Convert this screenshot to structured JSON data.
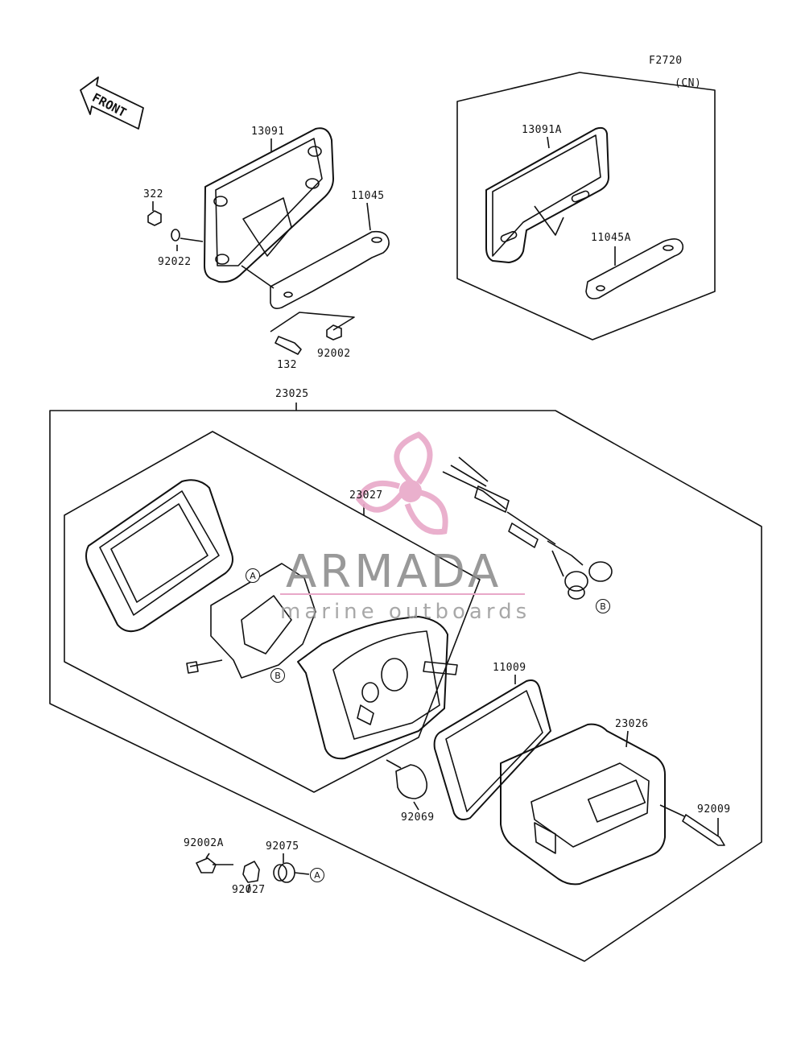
{
  "header": {
    "code": "F2720",
    "variant": "(CN)"
  },
  "front_arrow_label": "FRONT",
  "part_labels": {
    "p13091": "13091",
    "p322": "322",
    "p92022": "92022",
    "p11045": "11045",
    "p132": "132",
    "p92002": "92002",
    "p13091A": "13091A",
    "p11045A": "11045A",
    "p23025": "23025",
    "p23027": "23027",
    "p11009": "11009",
    "p23026": "23026",
    "p92009": "92009",
    "p92069": "92069",
    "p92002A": "92002A",
    "p92075": "92075",
    "p92027": "92027"
  },
  "callouts": {
    "A": "A",
    "B": "B"
  },
  "watermark": {
    "brand": "ARMADA",
    "tagline": "marine outboards",
    "color": "#e8a8c8"
  }
}
